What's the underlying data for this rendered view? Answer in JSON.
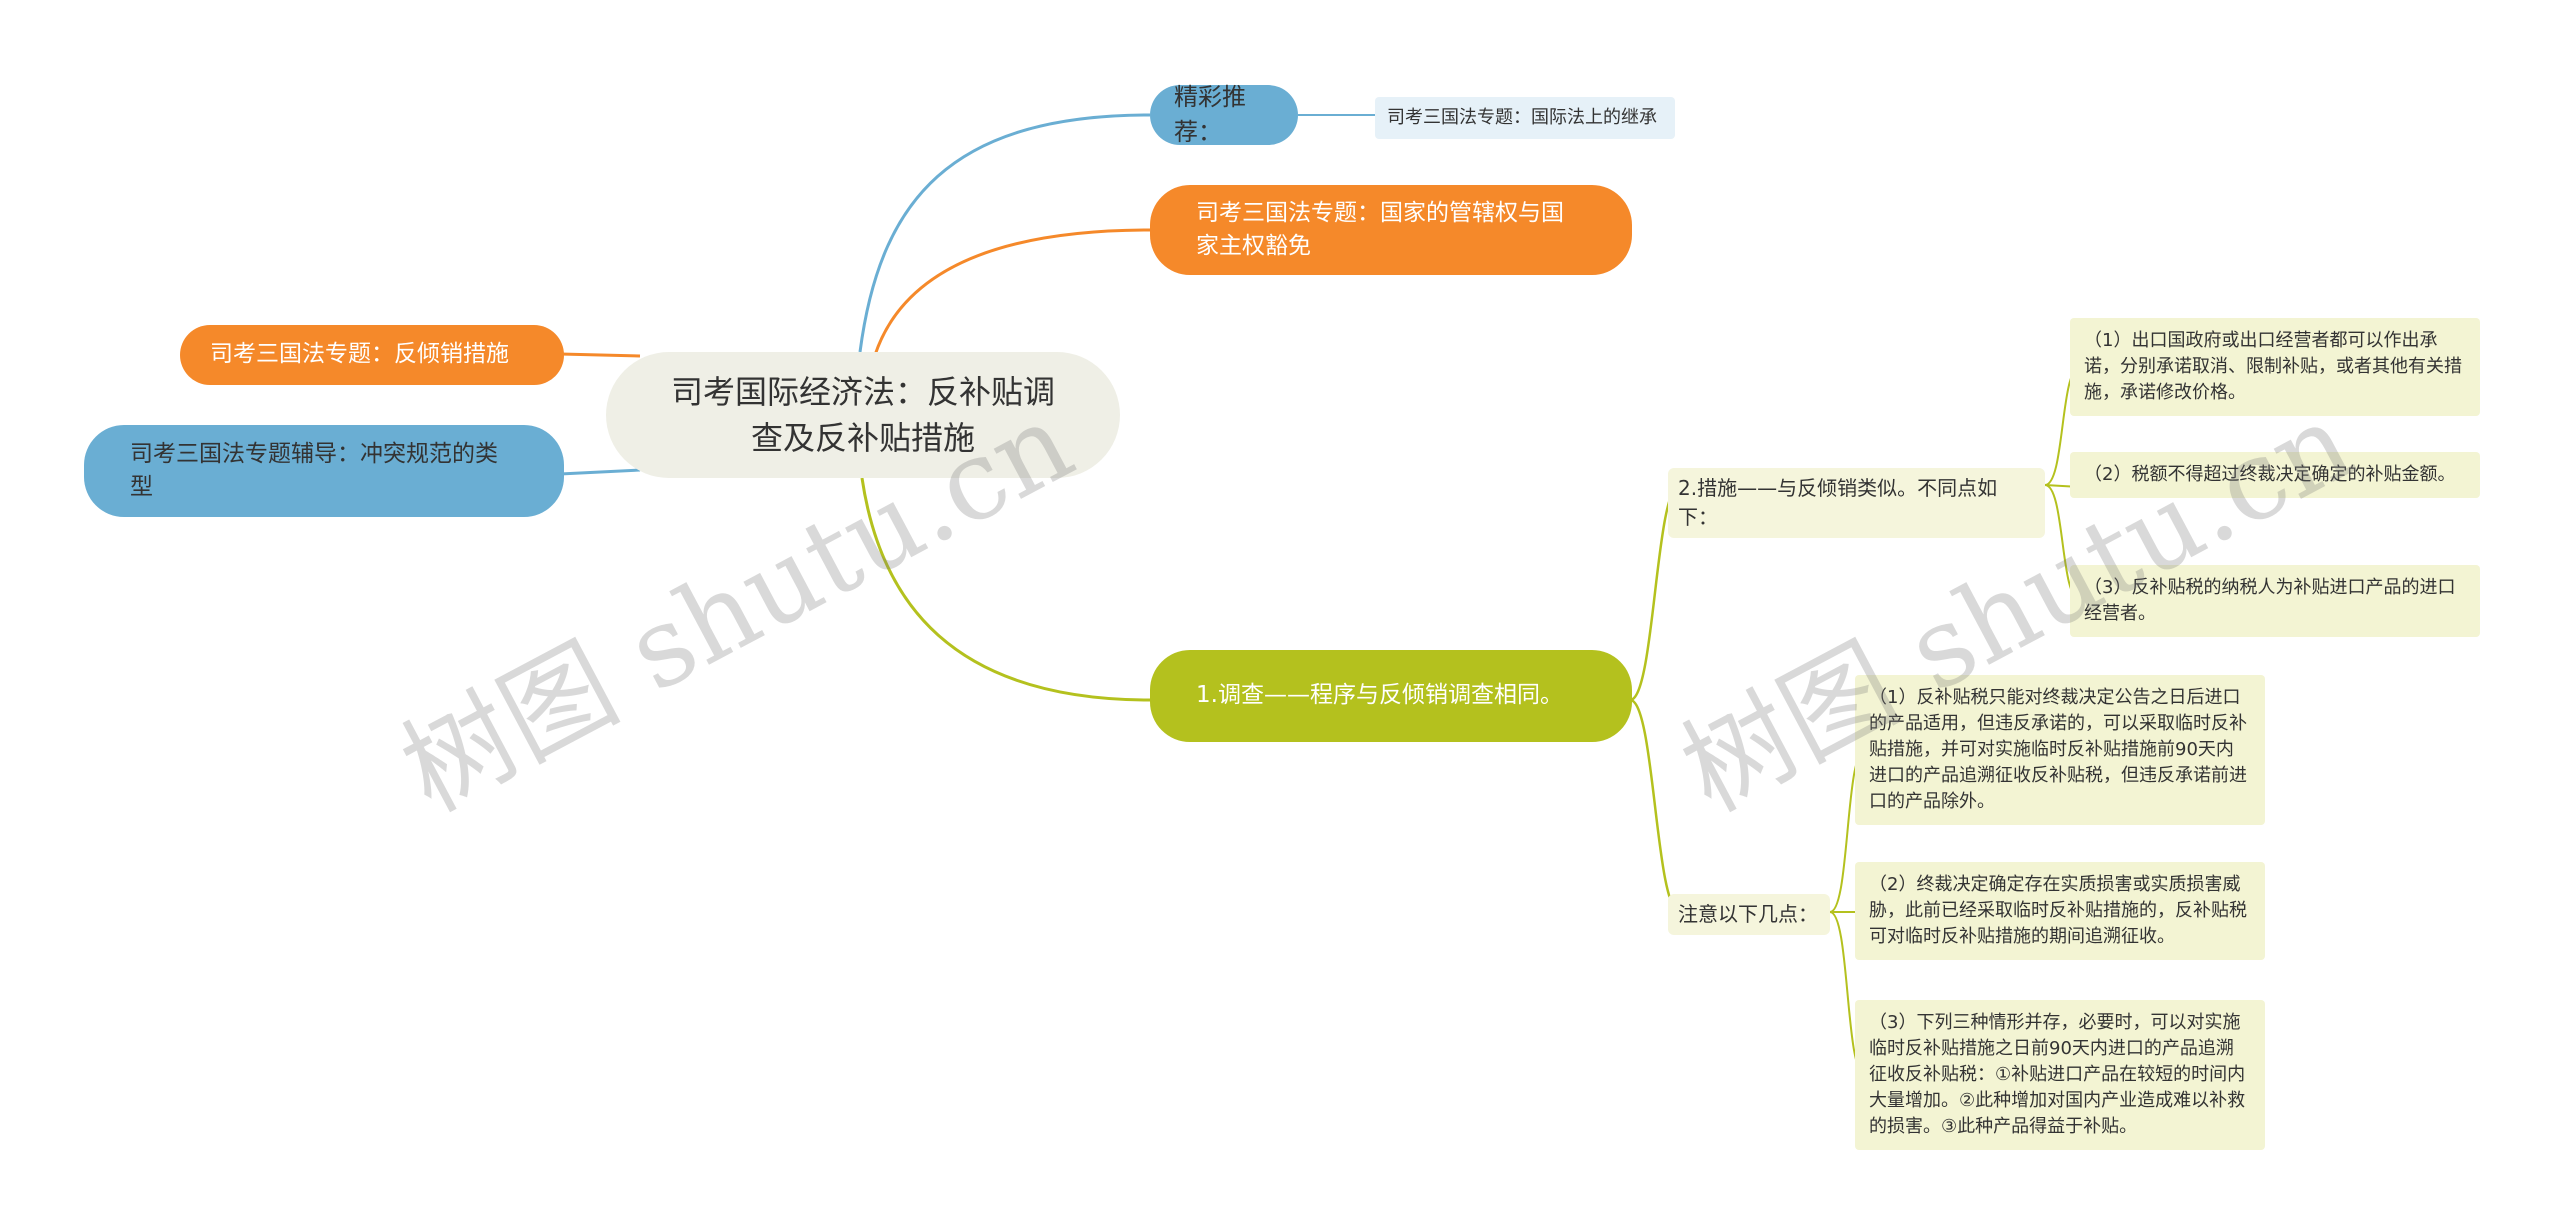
{
  "root": {
    "title": "司考国际经济法：反补贴调查及反补贴措施"
  },
  "branches": {
    "recommend": {
      "label": "精彩推荐：",
      "child": "司考三国法专题：国际法上的继承"
    },
    "jurisdiction": {
      "label": "司考三国法专题：国家的管辖权与国家主权豁免"
    },
    "antidumping": {
      "label": "司考三国法专题：反倾销措施"
    },
    "conflict": {
      "label": "司考三国法专题辅导：冲突规范的类型"
    },
    "investigation": {
      "label": "1.调查——程序与反倾销调查相同。",
      "measures": {
        "label": "2.措施——与反倾销类似。不同点如下：",
        "items": [
          "（1）出口国政府或出口经营者都可以作出承诺，分别承诺取消、限制补贴，或者其他有关措施，承诺修改价格。",
          "（2）税额不得超过终裁决定确定的补贴金额。",
          "（3）反补贴税的纳税人为补贴进口产品的进口经营者。"
        ]
      },
      "notes": {
        "label": "注意以下几点：",
        "items": [
          "（1）反补贴税只能对终裁决定公告之日后进口的产品适用，但违反承诺的，可以采取临时反补贴措施，并可对实施临时反补贴措施前90天内进口的产品追溯征收反补贴税，但违反承诺前进口的产品除外。",
          "（2）终裁决定确定存在实质损害或实质损害威胁，此前已经采取临时反补贴措施的，反补贴税可对临时反补贴措施的期间追溯征收。",
          "（3）下列三种情形并存，必要时，可以对实施临时反补贴措施之日前90天内进口的产品追溯征收反补贴税：①补贴进口产品在较短的时间内大量增加。②此种增加对国内产业造成难以补救的损害。③此种产品得益于补贴。"
        ]
      }
    }
  },
  "watermark": "树图 shutu.cn",
  "colors": {
    "blue": "#6aaed3",
    "orange": "#f5892a",
    "olive": "#b4c11e",
    "root_bg": "#efefe6"
  }
}
